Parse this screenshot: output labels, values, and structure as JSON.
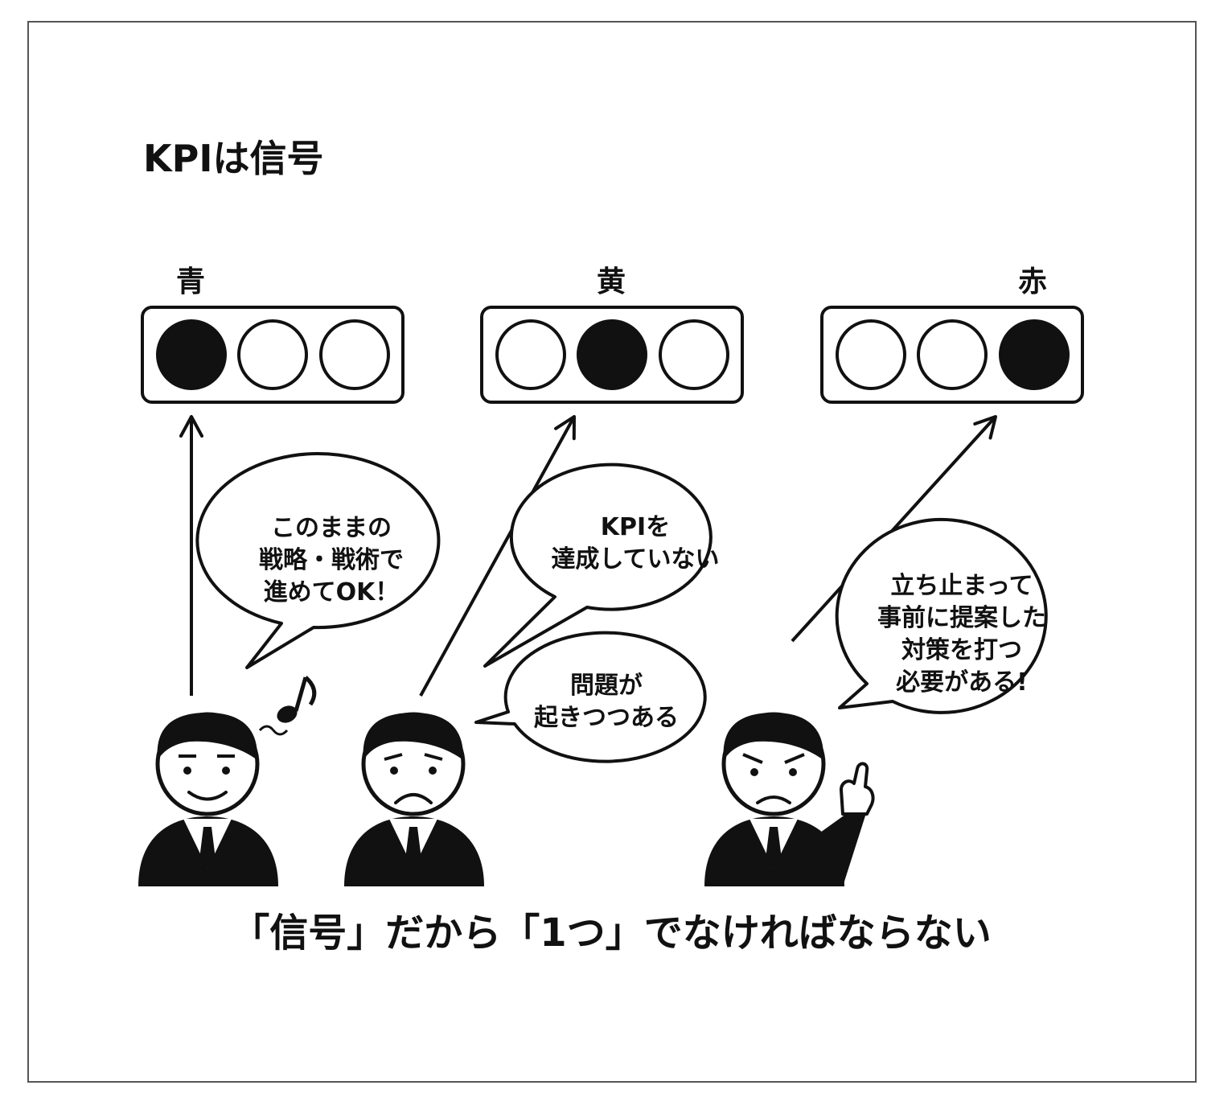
{
  "title": "KPIは信号",
  "signals": [
    {
      "label": "青",
      "lit": 1
    },
    {
      "label": "黄",
      "lit": 2
    },
    {
      "label": "赤",
      "lit": 3
    }
  ],
  "bubbles": {
    "blue": [
      "このままの",
      "戦略・戦術で",
      "進めてOK！"
    ],
    "yellow_top": [
      "KPIを",
      "達成していない"
    ],
    "yellow_bottom": [
      "問題が",
      "起きつつある"
    ],
    "red": [
      "立ち止まって",
      "事前に提案した",
      "対策を打つ",
      "必要がある!"
    ]
  },
  "caption": "「信号」だから「1つ」でなければならない",
  "icons": {
    "note": "music-note-icon"
  },
  "colors": {
    "ink": "#111111",
    "frame": "#555555",
    "background": "#ffffff"
  }
}
